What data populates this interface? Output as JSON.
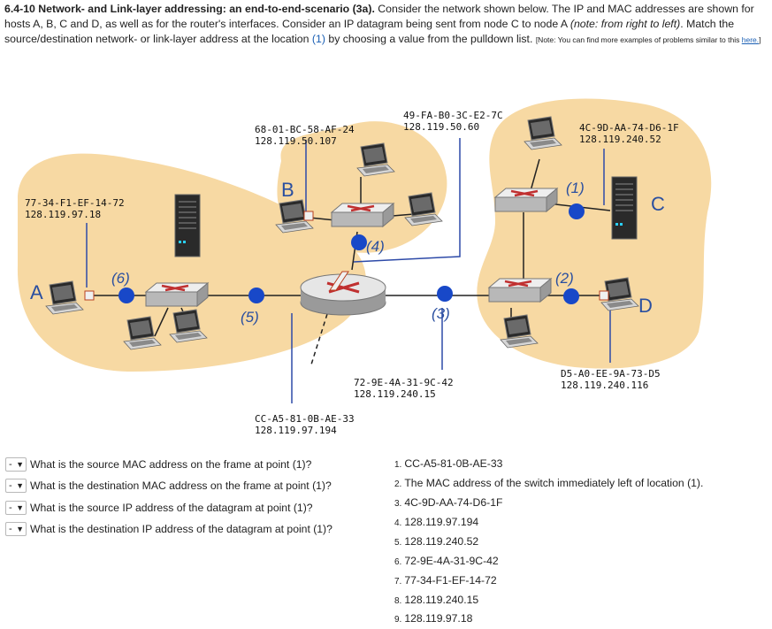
{
  "header": {
    "title": "6.4-10 Network- and Link-layer addressing: an end-to-end-scenario (3a).",
    "intro": " Consider the network shown below. The IP and MAC addresses are shown for hosts A, B, C and D, as well as for the router's interfaces. Consider an IP datagram being sent from node C to node A ",
    "note_italic": "(note: from right to left)",
    "match_text": ". Match the source/destination network- or link-layer address at the location ",
    "location": "(1)",
    "choose_text": " by choosing a value from the pulldown list. ",
    "small_note": "[Note: You can find more examples of problems similar to this ",
    "link": "here.",
    "small_end": "]"
  },
  "diagram": {
    "node_labels": [
      "A",
      "B",
      "C",
      "D"
    ],
    "locations": [
      "(1)",
      "(2)",
      "(3)",
      "(4)",
      "(5)",
      "(6)"
    ],
    "addresses": {
      "a_mac": "77-34-F1-EF-14-72",
      "a_ip": "128.119.97.18",
      "b_mac": "68-01-BC-58-AF-24",
      "b_ip": "128.119.50.107",
      "r4_mac": "49-FA-B0-3C-E2-7C",
      "r4_ip": "128.119.50.60",
      "c_mac": "4C-9D-AA-74-D6-1F",
      "c_ip": "128.119.240.52",
      "r3_mac": "72-9E-4A-31-9C-42",
      "r3_ip": "128.119.240.15",
      "d_mac": "D5-A0-EE-9A-73-D5",
      "d_ip": "128.119.240.116",
      "r5_mac": "CC-A5-81-0B-AE-33",
      "r5_ip": "128.119.97.194"
    }
  },
  "questions": [
    {
      "select": "-",
      "text": "What is the source MAC address on the frame at point (1)?"
    },
    {
      "select": "-",
      "text": "What is the destination MAC address on the frame at point (1)?"
    },
    {
      "select": "-",
      "text": "What is the source IP address of the datagram at point (1)?"
    },
    {
      "select": "-",
      "text": "What is the destination IP address of the datagram at point (1)?"
    }
  ],
  "answers": [
    {
      "num": "1.",
      "text": "CC-A5-81-0B-AE-33"
    },
    {
      "num": "2.",
      "text": "The MAC address of the switch immediately left of location (1)."
    },
    {
      "num": "3.",
      "text": "4C-9D-AA-74-D6-1F"
    },
    {
      "num": "4.",
      "text": "128.119.97.194"
    },
    {
      "num": "5.",
      "text": "128.119.240.52"
    },
    {
      "num": "6.",
      "text": "72-9E-4A-31-9C-42"
    },
    {
      "num": "7.",
      "text": "77-34-F1-EF-14-72"
    },
    {
      "num": "8.",
      "text": "128.119.240.15"
    },
    {
      "num": "9.",
      "text": "128.119.97.18"
    }
  ],
  "colors": {
    "subnet_fill": "#f7d9a3",
    "interface_blue": "#1848c8",
    "label_blue": "#2a4fa0",
    "link_blue": "#1a5fb4"
  }
}
